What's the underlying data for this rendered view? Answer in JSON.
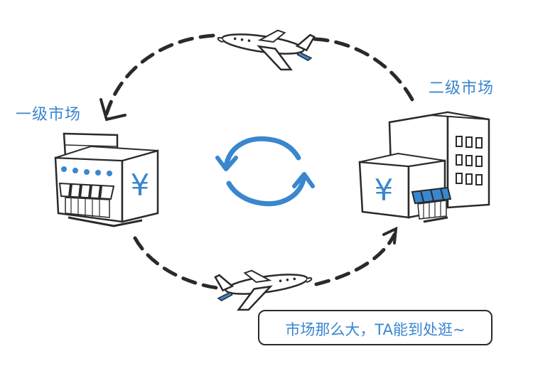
{
  "labels": {
    "primary_market": "一级市场",
    "secondary_market": "二级市场"
  },
  "caption": "市场那么大，TA能到处逛~",
  "icons": {
    "top_plane": "airplane-icon",
    "bottom_plane": "airplane-icon",
    "cycle": "refresh-cycle-icon",
    "left_building": "store-building-yen-icon",
    "right_building": "office-building-yen-icon"
  },
  "colors": {
    "accent_blue": "#3a86cf",
    "ink": "#2a2a2a"
  }
}
